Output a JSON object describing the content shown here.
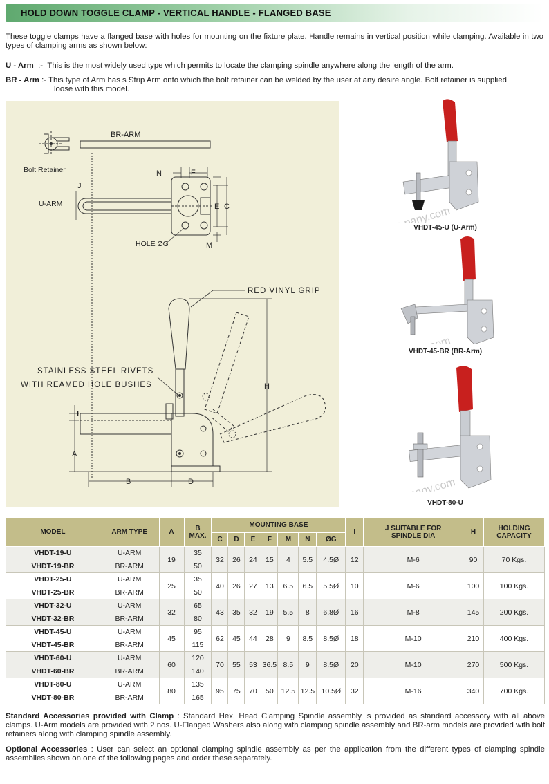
{
  "title": "HOLD DOWN TOGGLE CLAMP - VERTICAL HANDLE - FLANGED BASE",
  "intro": "These toggle clamps have a flanged base with holes for mounting on the fixture plate. Handle remains in vertical position while clamping. Available in two types of clamping arms as shown below:",
  "arm_types": {
    "u_label": "U - Arm",
    "u_sep": ":-",
    "u_text": "This is the most widely used type which permits to locate the clamping spindle anywhere along the length of the arm.",
    "br_label": "BR - Arm",
    "br_sep": ":-",
    "br_text": "This type of Arm has s Strip Arm onto which the bolt retainer can be welded by the user at any desire angle. Bolt retainer is supplied",
    "br_text2": "loose with this model."
  },
  "drawing": {
    "br_arm": "BR-ARM",
    "bolt_retainer": "Bolt Retainer",
    "u_arm": "U-ARM",
    "n": "N",
    "f": "F",
    "j": "J",
    "e": "E",
    "c": "C",
    "hole_g": "HOLE ØG",
    "m": "M",
    "red_vinyl_grip": "RED VINYL GRIP",
    "rivets_1": "STAINLESS STEEL RIVETS",
    "rivets_2": "WITH REAMED HOLE BUSHES",
    "h": "H",
    "i": "I",
    "a": "A",
    "b": "B",
    "d": "D"
  },
  "photos": [
    {
      "caption": "VHDT-45-U (U-Arm)",
      "watermark": "www.c          pany.com"
    },
    {
      "caption": "VHDT-45-BR (BR-Arm)",
      "watermark": "www.c          pany.com"
    },
    {
      "caption": "VHDT-80-U",
      "watermark": "www.ch          pany.com"
    }
  ],
  "colors": {
    "grip_red": "#c8201e",
    "steel": "#c9cdd2",
    "header_tan": "#c3bd8a",
    "drawing_bg": "#f1efd9",
    "title_green": "#5fa96f"
  },
  "table": {
    "headers": {
      "model": "MODEL",
      "arm_type": "ARM TYPE",
      "a": "A",
      "b": "B",
      "b_max": "MAX.",
      "mounting_base": "MOUNTING BASE",
      "i": "I",
      "j_suitable": "J SUITABLE FOR",
      "j_spindle": "SPINDLE DIA",
      "h": "H",
      "holding": "HOLDING",
      "capacity": "CAPACITY",
      "sub": [
        "C",
        "D",
        "E",
        "F",
        "M",
        "N",
        "ØG"
      ]
    },
    "groups": [
      {
        "models": [
          "VHDT-19-U",
          "VHDT-19-BR"
        ],
        "arms": [
          "U-ARM",
          "BR-ARM"
        ],
        "a": "19",
        "b": [
          "35",
          "50"
        ],
        "c": "32",
        "d": "26",
        "e": "24",
        "f": "15",
        "m": "4",
        "n": "5.5",
        "g": "4.5Ø",
        "i": "12",
        "j": "M-6",
        "h": "90",
        "cap": "70 Kgs."
      },
      {
        "models": [
          "VHDT-25-U",
          "VHDT-25-BR"
        ],
        "arms": [
          "U-ARM",
          "BR-ARM"
        ],
        "a": "25",
        "b": [
          "35",
          "50"
        ],
        "c": "40",
        "d": "26",
        "e": "27",
        "f": "13",
        "m": "6.5",
        "n": "6.5",
        "g": "5.5Ø",
        "i": "10",
        "j": "M-6",
        "h": "100",
        "cap": "100 Kgs."
      },
      {
        "models": [
          "VHDT-32-U",
          "VHDT-32-BR"
        ],
        "arms": [
          "U-ARM",
          "BR-ARM"
        ],
        "a": "32",
        "b": [
          "65",
          "80"
        ],
        "c": "43",
        "d": "35",
        "e": "32",
        "f": "19",
        "m": "5.5",
        "n": "8",
        "g": "6.8Ø",
        "i": "16",
        "j": "M-8",
        "h": "145",
        "cap": "200 Kgs."
      },
      {
        "models": [
          "VHDT-45-U",
          "VHDT-45-BR"
        ],
        "arms": [
          "U-ARM",
          "BR-ARM"
        ],
        "a": "45",
        "b": [
          "95",
          "115"
        ],
        "c": "62",
        "d": "45",
        "e": "44",
        "f": "28",
        "m": "9",
        "n": "8.5",
        "g": "8.5Ø",
        "i": "18",
        "j": "M-10",
        "h": "210",
        "cap": "400 Kgs."
      },
      {
        "models": [
          "VHDT-60-U",
          "VHDT-60-BR"
        ],
        "arms": [
          "U-ARM",
          "BR-ARM"
        ],
        "a": "60",
        "b": [
          "120",
          "140"
        ],
        "c": "70",
        "d": "55",
        "e": "53",
        "f": "36.5",
        "m": "8.5",
        "n": "9",
        "g": "8.5Ø",
        "i": "20",
        "j": "M-10",
        "h": "270",
        "cap": "500 Kgs."
      },
      {
        "models": [
          "VHDT-80-U",
          "VHDT-80-BR"
        ],
        "arms": [
          "U-ARM",
          "BR-ARM"
        ],
        "a": "80",
        "b": [
          "135",
          "165"
        ],
        "c": "95",
        "d": "75",
        "e": "70",
        "f": "50",
        "m": "12.5",
        "n": "12.5",
        "g": "10.5Ø",
        "i": "32",
        "j": "M-16",
        "h": "340",
        "cap": "700 Kgs."
      }
    ]
  },
  "footer": {
    "std_label": "Standard Accessories provided with Clamp",
    "std_text": " : Standard Hex. Head Clamping Spindle assembly is provided as standard accessory with all above clamps. U-Arm models are provided with 2 nos. U-Flanged Washers also along with clamping spindle assembly and BR-arm models are provided with bolt retainers along with clamping spindle assembly.",
    "opt_label": "Optional Accessories",
    "opt_text": " : User can select an optional clamping spindle assembly as per the application from the different types of clamping spindle assemblies shown on one of the following pages and order these separately."
  }
}
